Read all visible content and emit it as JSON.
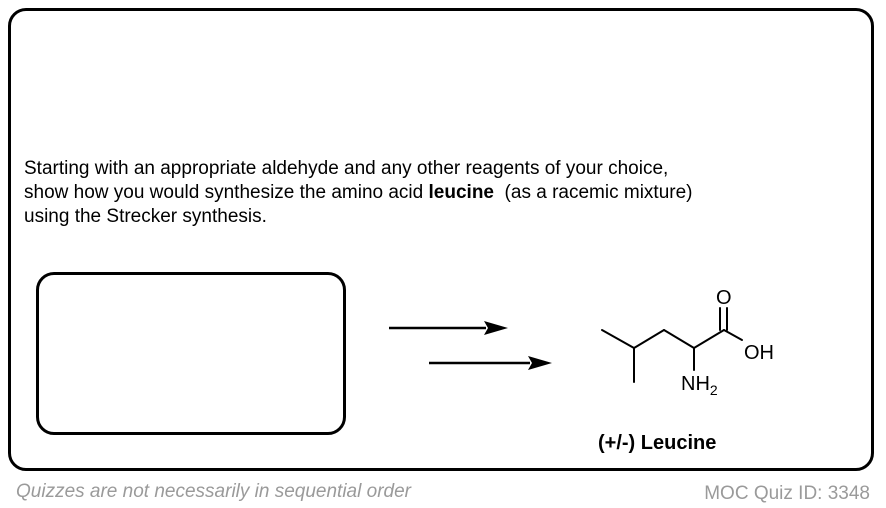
{
  "question": {
    "line1": "Starting with an appropriate aldehyde and any other reagents of your choice,",
    "line2_before": "show how you would synthesize the amino acid ",
    "line2_bold": "leucine",
    "line2_after": "  (as a racemic mixture)",
    "line3": "using the Strecker synthesis."
  },
  "molecule": {
    "oxygen_label": "O",
    "hydroxyl_label": "OH",
    "amine_label": "NH",
    "amine_subscript": "2",
    "caption": "(+/-) Leucine"
  },
  "footer": {
    "note": "Quizzes are not necessarily in sequential order",
    "quiz_id": "MOC Quiz ID: 3348"
  },
  "colors": {
    "ink": "#000000",
    "footer_text": "#9a9a9a",
    "background": "#ffffff"
  }
}
